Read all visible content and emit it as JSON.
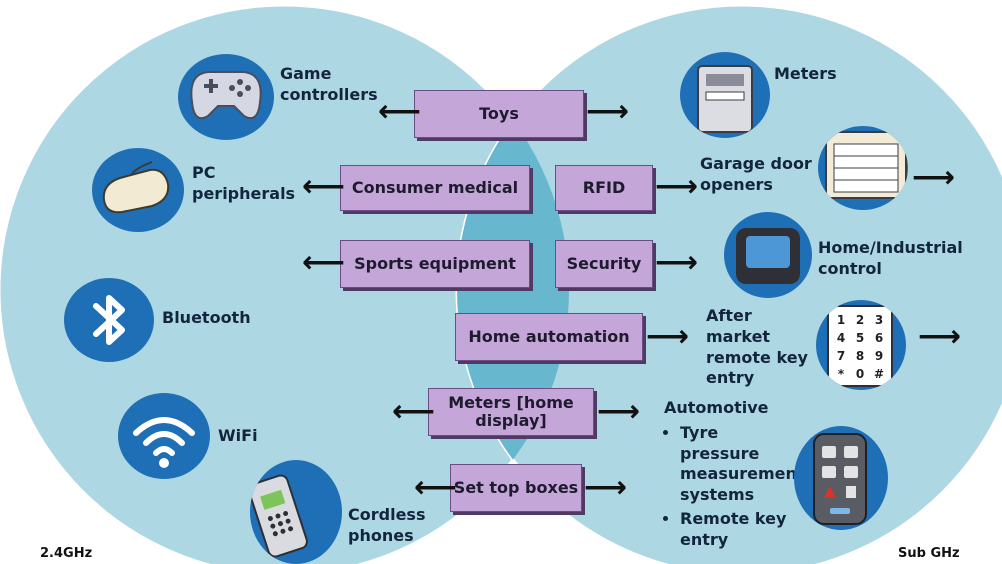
{
  "regions": {
    "left": "2.4GHz",
    "right": "Sub GHz"
  },
  "center_boxes": {
    "toys": "Toys",
    "consumer_medical": "Consumer medical",
    "rfid": "RFID",
    "sports_equipment": "Sports equipment",
    "security": "Security",
    "home_automation": "Home automation",
    "meters_home_display": "Meters [home display]",
    "set_top_boxes": "Set top boxes"
  },
  "left_items": {
    "game_controllers": "Game controllers",
    "pc_peripherals": "PC peripherals",
    "bluetooth": "Bluetooth",
    "wifi": "WiFi",
    "cordless_phones": "Cordless phones"
  },
  "right_items": {
    "meters": "Meters",
    "garage_door_openers": "Garage door openers",
    "home_industrial_control": "Home/Industrial control",
    "after_market_remote_key_entry": "After market remote key entry",
    "automotive": "Automotive",
    "automotive_bullets": [
      "Tyre pressure measurement systems",
      "Remote key entry"
    ]
  },
  "keypad_digits": [
    "1",
    "2",
    "3",
    "4",
    "5",
    "6",
    "7",
    "8",
    "9",
    "*",
    "0",
    "#"
  ],
  "colors": {
    "circle_fill": "#aed7e4",
    "overlap_fill": "#67b7cf",
    "box_fill": "#c5a6d9",
    "icon_blue": "#1e6fb5"
  }
}
